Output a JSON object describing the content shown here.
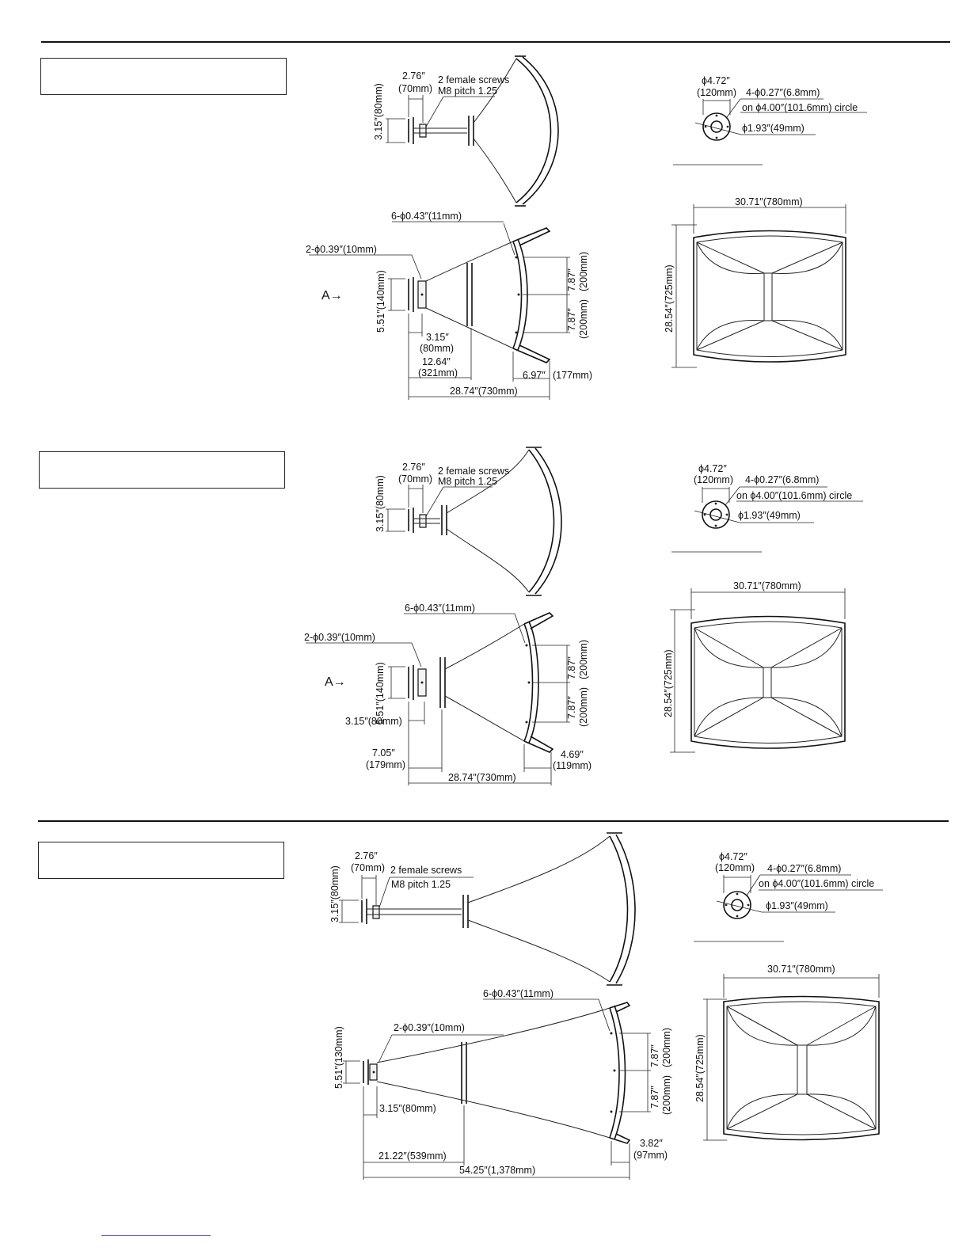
{
  "section1": {
    "top_screw_spacing": "2.76″",
    "top_screw_spacing_mm": "(70mm)",
    "screws_line1": "2 female screws",
    "screws_line2": "M8 pitch 1.25",
    "top_height": "3.15″(80mm)",
    "holes_6": "6-ϕ0.43″(11mm)",
    "holes_2": "2-ϕ0.39″(10mm)",
    "arrow_label": "A→",
    "throat_height": "5.51″(140mm)",
    "mount_spacing": "3.15″",
    "mount_spacing_mm": "(80mm)",
    "flange_offset": "12.64″",
    "flange_offset_mm": "(321mm)",
    "lip_depth": "6.97″",
    "lip_depth_mm": "(177mm)",
    "total_length": "28.74″(730mm)",
    "upper_pitch": "7.87″",
    "upper_pitch_mm": "(200mm)",
    "lower_pitch": "7.87″",
    "lower_pitch_mm": "(200mm)",
    "flange_dia": "ϕ4.72″",
    "flange_dia_mm": "(120mm)",
    "flange_holes": "4-ϕ0.27″(6.8mm)",
    "flange_circle": "on ϕ4.00″(101.6mm) circle",
    "throat_dia": "ϕ1.93″(49mm)",
    "mouth_width": "30.71″(780mm)",
    "mouth_height": "28.54″(725mm)"
  },
  "section2": {
    "top_screw_spacing": "2.76″",
    "top_screw_spacing_mm": "(70mm)",
    "screws_line1": "2 female screws",
    "screws_line2": "M8 pitch 1.25",
    "top_height": "3.15″(80mm)",
    "holes_6": "6-ϕ0.43″(11mm)",
    "holes_2": "2-ϕ0.39″(10mm)",
    "arrow_label": "A→",
    "throat_height": "5.51″(140mm)",
    "mount_spacing": "3.15″(80mm)",
    "flange_offset": "7.05″",
    "flange_offset_mm": "(179mm)",
    "lip_depth": "4.69″",
    "lip_depth_mm": "(119mm)",
    "total_length": "28.74″(730mm)",
    "upper_pitch": "7.87″",
    "upper_pitch_mm": "(200mm)",
    "lower_pitch": "7.87″",
    "lower_pitch_mm": "(200mm)",
    "flange_dia": "ϕ4.72″",
    "flange_dia_mm": "(120mm)",
    "flange_holes": "4-ϕ0.27″(6.8mm)",
    "flange_circle": "on ϕ4.00″(101.6mm) circle",
    "throat_dia": "ϕ1.93″(49mm)",
    "mouth_width": "30.71″(780mm)",
    "mouth_height": "28.54″(725mm)"
  },
  "section3": {
    "top_screw_spacing": "2.76″",
    "top_screw_spacing_mm": "(70mm)",
    "screws_line1": "2 female screws",
    "screws_line2": "M8 pitch 1.25",
    "top_height": "3.15″(80mm)",
    "holes_6": "6-ϕ0.43″(11mm)",
    "holes_2": "2-ϕ0.39″(10mm)",
    "throat_height": "5.51″(130mm)",
    "mount_spacing": "3.15″(80mm)",
    "flange_offset": "21.22″(539mm)",
    "lip_depth": "3.82″",
    "lip_depth_mm": "(97mm)",
    "total_length": "54.25″(1,378mm)",
    "upper_pitch": "7.87″",
    "upper_pitch_mm": "(200mm)",
    "lower_pitch": "7.87″",
    "lower_pitch_mm": "(200mm)",
    "flange_dia": "ϕ4.72″",
    "flange_dia_mm": "(120mm)",
    "flange_holes": "4-ϕ0.27″(6.8mm)",
    "flange_circle": "on ϕ4.00″(101.6mm) circle",
    "throat_dia": "ϕ1.93″(49mm)",
    "mouth_width": "30.71″(780mm)",
    "mouth_height": "28.54″(725mm)"
  }
}
